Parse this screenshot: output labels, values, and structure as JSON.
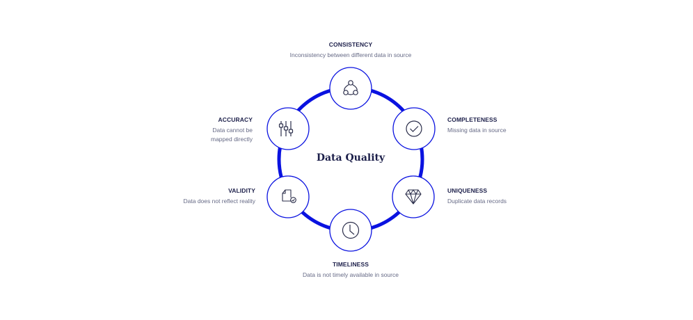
{
  "center_title": "Data Quality",
  "colors": {
    "accent": "#0a12e0",
    "text_dark": "#1c1f4a",
    "text_muted": "#666a86",
    "icon": "#2a2d4a"
  },
  "nodes": [
    {
      "key": "consistency",
      "title": "CONSISTENCY",
      "description": "Inconsistency between different data in source",
      "icon": "network-icon"
    },
    {
      "key": "completeness",
      "title": "COMPLETENESS",
      "description": "Missing data in source",
      "icon": "check-circle-icon"
    },
    {
      "key": "uniqueness",
      "title": "UNIQUENESS",
      "description": "Duplicate data records",
      "icon": "diamond-icon"
    },
    {
      "key": "timeliness",
      "title": "TIMELINESS",
      "description": "Data is not timely available in source",
      "icon": "clock-icon"
    },
    {
      "key": "validity",
      "title": "VALIDITY",
      "description": "Data does not reflect reality",
      "icon": "document-check-icon"
    },
    {
      "key": "accuracy",
      "title": "ACCURACY",
      "description_lines": [
        "Data cannot be",
        "mapped directly"
      ],
      "icon": "sliders-icon"
    }
  ]
}
